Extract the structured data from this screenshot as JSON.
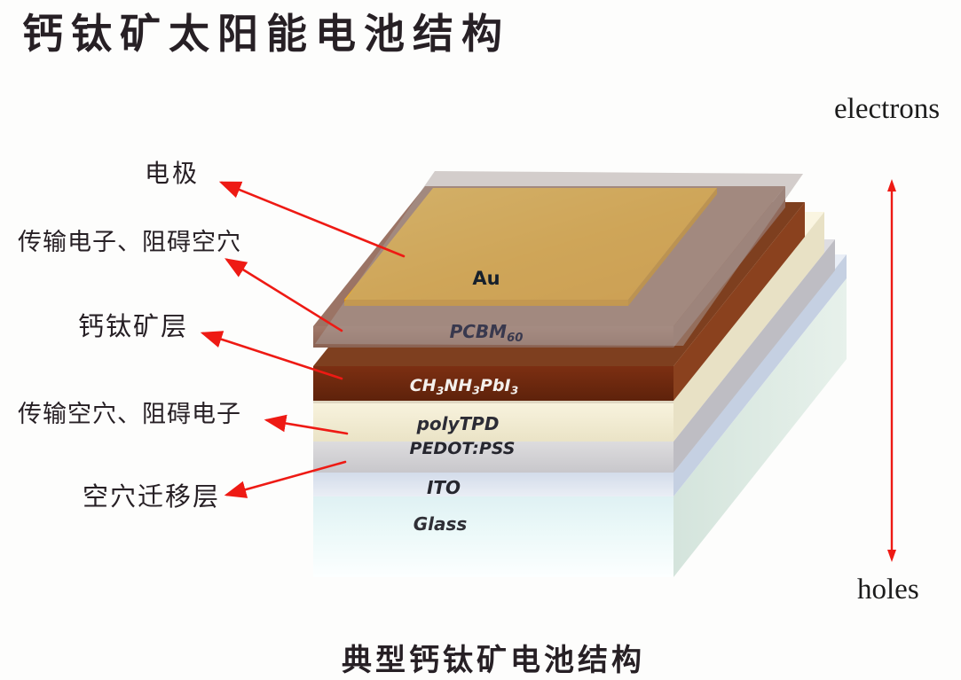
{
  "title": "钙钛矿太阳能电池结构",
  "caption": "典型钙钛矿电池结构",
  "flow": {
    "top_label": "electrons",
    "bottom_label": "holes"
  },
  "callouts": [
    {
      "label": "电极",
      "points_to": "Au"
    },
    {
      "label": "传输电子、阻碍空穴",
      "points_to": "PCBM60"
    },
    {
      "label": "钙钛矿层",
      "points_to": "CH3NH3PbI3"
    },
    {
      "label": "传输空穴、阻碍电子",
      "points_to": "polyTPD"
    },
    {
      "label": "空穴迁移层",
      "points_to": "PEDOT:PSS"
    }
  ],
  "layers": [
    {
      "name": "Au",
      "segments": [
        {
          "t": "Au"
        }
      ],
      "color": "#f3a914"
    },
    {
      "name": "PCBM60",
      "segments": [
        {
          "t": "PCBM"
        },
        {
          "t": "60",
          "sub": true
        }
      ],
      "color": "#8b6557"
    },
    {
      "name": "CH3NH3PbI3",
      "segments": [
        {
          "t": "CH"
        },
        {
          "t": "3",
          "sub": true
        },
        {
          "t": "NH"
        },
        {
          "t": "3",
          "sub": true
        },
        {
          "t": "PbI"
        },
        {
          "t": "3",
          "sub": true
        }
      ],
      "color": "#6f2910"
    },
    {
      "name": "polyTPD",
      "segments": [
        {
          "t": "polyTPD"
        }
      ],
      "color": "#f2ecd2"
    },
    {
      "name": "PEDOT:PSS",
      "segments": [
        {
          "t": "PEDOT:PSS"
        }
      ],
      "color": "#d4d3d5"
    },
    {
      "name": "ITO",
      "segments": [
        {
          "t": "ITO"
        }
      ],
      "color": "#dee4ef"
    },
    {
      "name": "Glass",
      "segments": [
        {
          "t": "Glass"
        }
      ],
      "color": "#e9f7f8"
    }
  ],
  "colors": {
    "arrow_red": "#ee1a14",
    "text_dark": "#272025",
    "gold": "#f3a914",
    "pcbm_mauve": "#8b6557",
    "perovskite_brown": "#6f2910",
    "polytpd_cream": "#f2ecd2",
    "pedot_gray": "#d4d3d5",
    "ito_blue": "#dee4ef",
    "glass_cyan": "#e9f7f8",
    "cover_translucent_gray": "#b0a49f"
  }
}
